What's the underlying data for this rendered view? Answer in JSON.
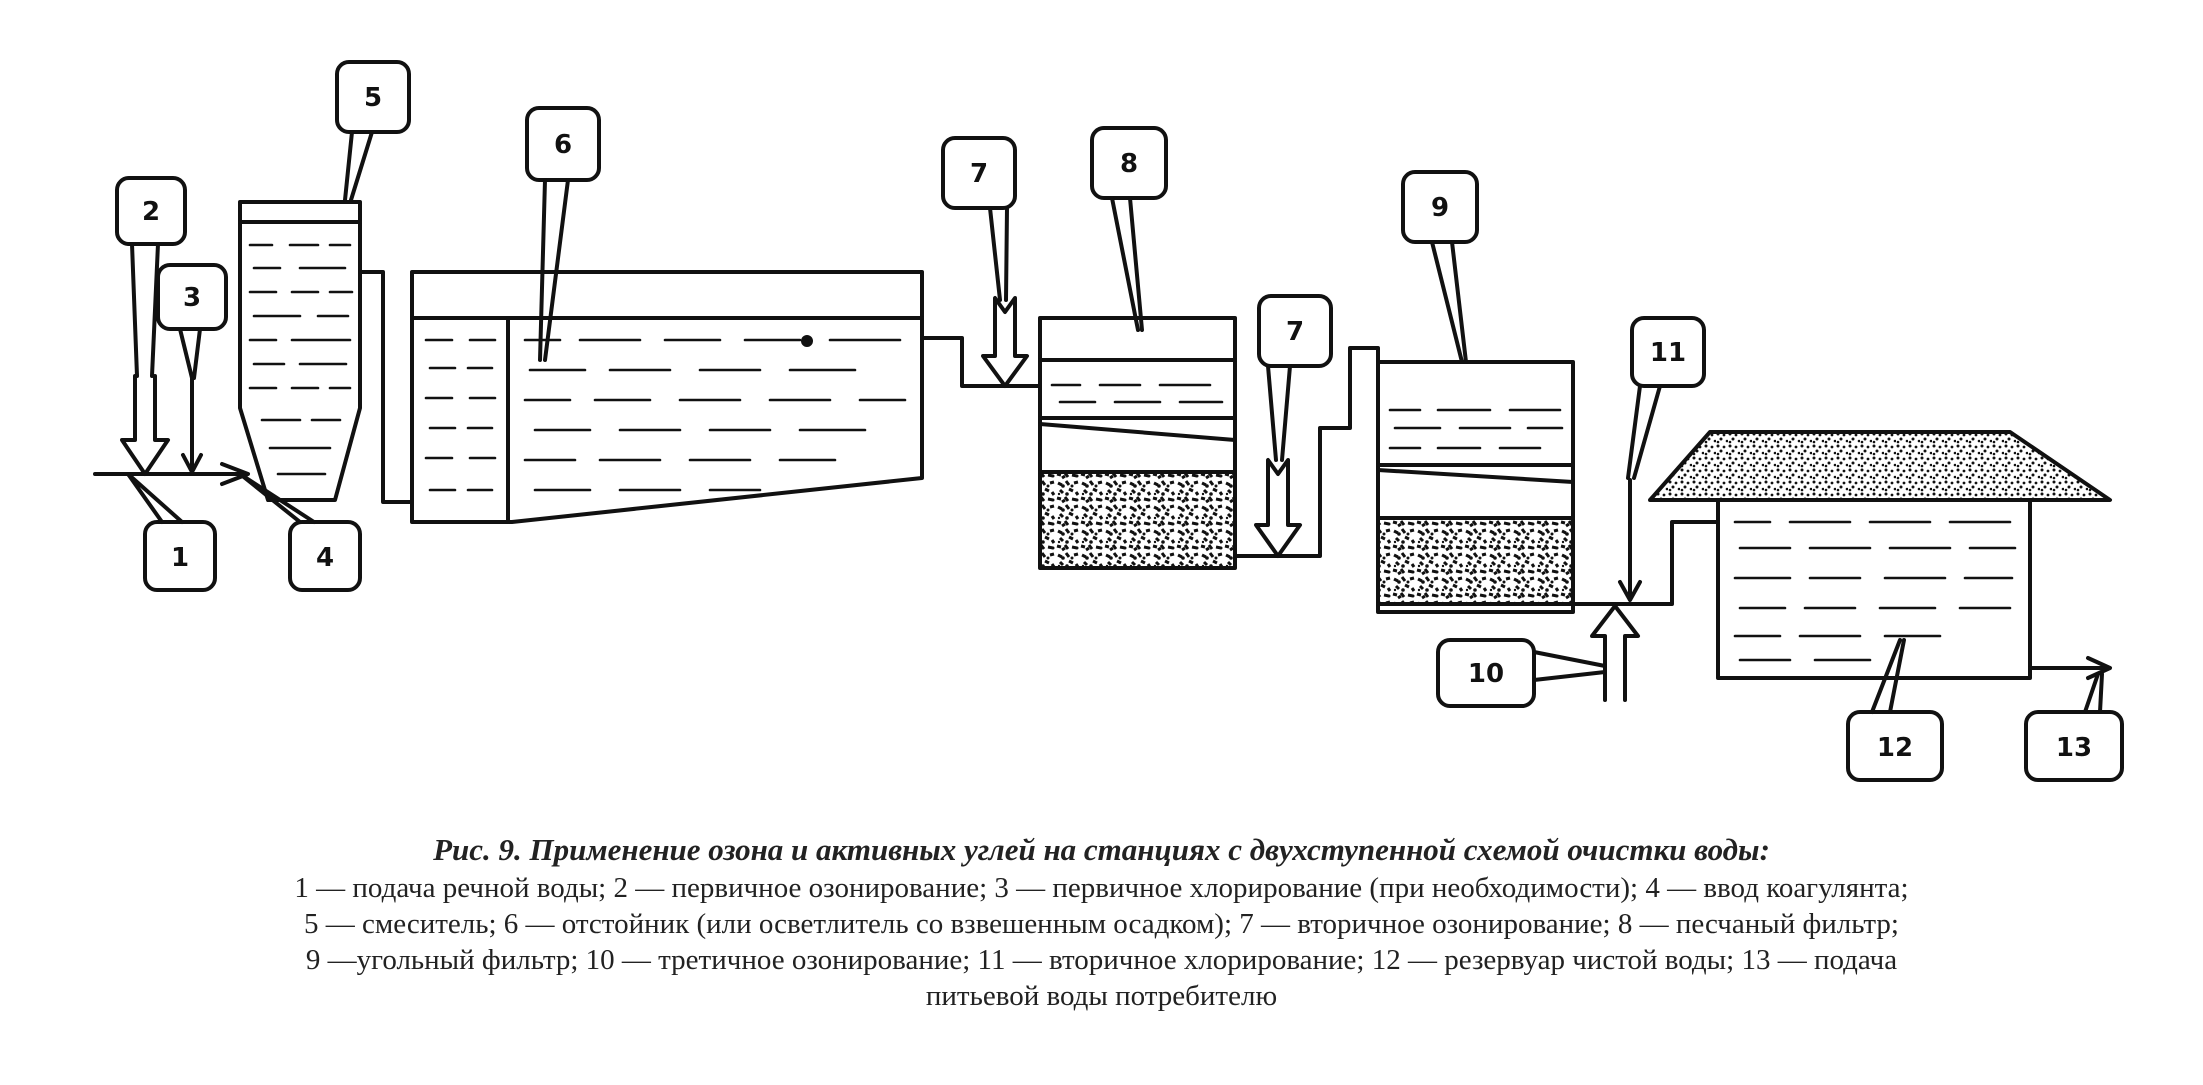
{
  "callouts": [
    "1",
    "2",
    "3",
    "4",
    "5",
    "6",
    "7",
    "7",
    "8",
    "9",
    "10",
    "11",
    "12",
    "13"
  ],
  "caption": {
    "title": "Рис. 9. Применение озона и активных углей на станциях с двухступенной схемой очистки воды:",
    "line1": "1 — подача речной воды; 2 — первичное озонирование; 3 — первичное хлорирование (при необходимости); 4 — ввод коагулянта;",
    "line2": "5 — смеситель; 6 — отстойник (или осветлитель со взвешенным осадком); 7 — вторичное озонирование; 8 — песчаный фильтр;",
    "line3": "9 —угольный фильтр; 10 — третичное озонирование; 11 — вторичное хлорирование; 12 — резервуар чистой воды; 13 — подача",
    "line4": "питьевой воды потребителю"
  }
}
